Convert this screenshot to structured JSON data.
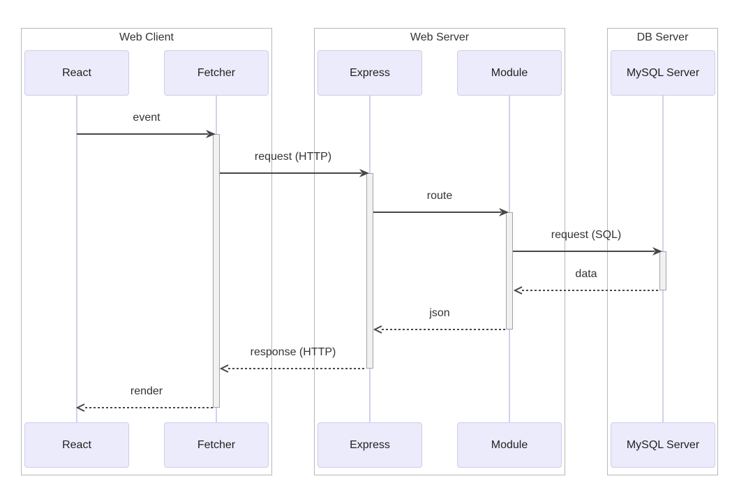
{
  "diagram": {
    "kind": "sequence-diagram",
    "groups": [
      {
        "label": "Web Client"
      },
      {
        "label": "Web Server"
      },
      {
        "label": "DB Server"
      }
    ],
    "participants": [
      {
        "label": "React",
        "group": "Web Client"
      },
      {
        "label": "Fetcher",
        "group": "Web Client"
      },
      {
        "label": "Express",
        "group": "Web Server"
      },
      {
        "label": "Module",
        "group": "Web Server"
      },
      {
        "label": "MySQL Server",
        "group": "DB Server"
      }
    ],
    "messages": [
      {
        "label": "event",
        "from": "React",
        "to": "Fetcher",
        "line": "solid",
        "arrowhead": "filled"
      },
      {
        "label": "request (HTTP)",
        "from": "Fetcher",
        "to": "Express",
        "line": "solid",
        "arrowhead": "filled"
      },
      {
        "label": "route",
        "from": "Express",
        "to": "Module",
        "line": "solid",
        "arrowhead": "filled"
      },
      {
        "label": "request (SQL)",
        "from": "Module",
        "to": "MySQL Server",
        "line": "solid",
        "arrowhead": "filled"
      },
      {
        "label": "data",
        "from": "MySQL Server",
        "to": "Module",
        "line": "dotted",
        "arrowhead": "open"
      },
      {
        "label": "json",
        "from": "Module",
        "to": "Express",
        "line": "dotted",
        "arrowhead": "open"
      },
      {
        "label": "response (HTTP)",
        "from": "Express",
        "to": "Fetcher",
        "line": "dotted",
        "arrowhead": "open"
      },
      {
        "label": "render",
        "from": "Fetcher",
        "to": "React",
        "line": "dotted",
        "arrowhead": "open"
      }
    ],
    "activations": [
      {
        "participant": "Fetcher"
      },
      {
        "participant": "Express"
      },
      {
        "participant": "Module"
      },
      {
        "participant": "MySQL Server"
      }
    ],
    "colors": {
      "actor_fill": "#ecebfb",
      "actor_border": "#cfcbec",
      "group_border": "#b7b7b7",
      "lifeline": "#d4cfec",
      "activation_fill": "#f1f1f1",
      "activation_border": "#a3a3a3",
      "arrow": "#474747",
      "text": "#333333",
      "background": "#ffffff"
    }
  }
}
